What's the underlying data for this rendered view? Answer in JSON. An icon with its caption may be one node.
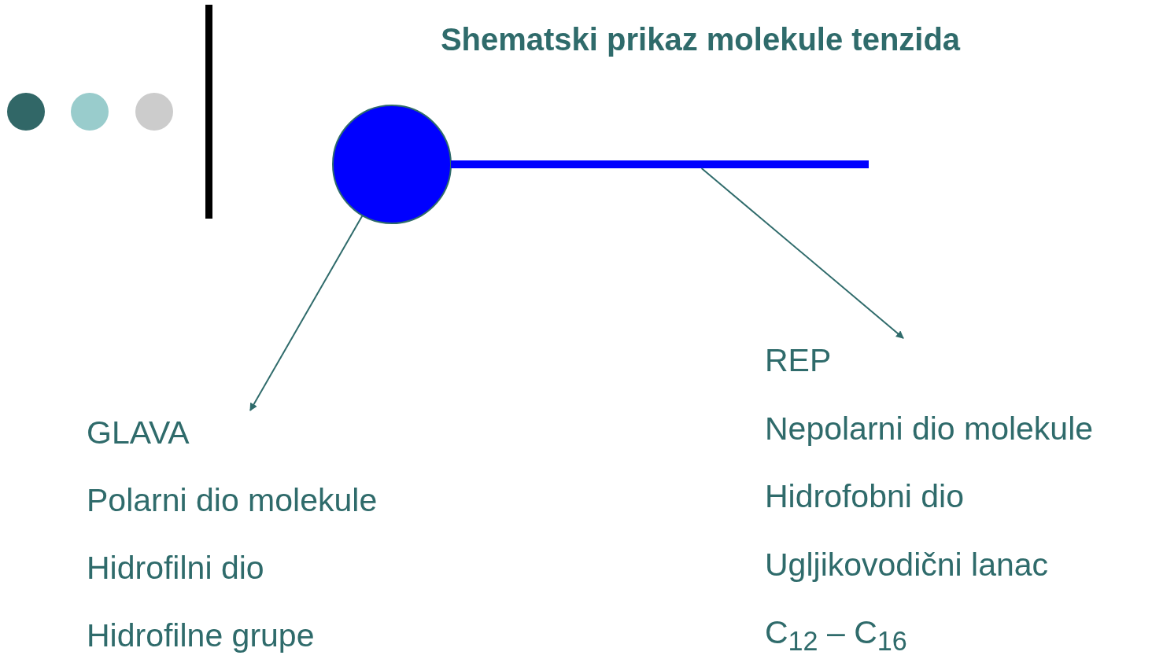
{
  "diagram": {
    "title": "Shematski prikaz molekule tenzida",
    "nodes": [
      {
        "text": [],
        "shape": "circle"
      },
      {
        "text": [],
        "shape": "bar"
      },
      {
        "text": [
          "GLAVA",
          "Polarni dio molekule",
          "Hidrofilni dio",
          "Hidrofilne grupe"
        ]
      },
      {
        "text": [
          "REP",
          "Nepolarni dio molekule",
          "Hidrofobni dio",
          "Ugljikovodični lanac",
          "C$_{12}$ – C$_{16}$"
        ]
      }
    ],
    "edges": [
      {
        "from": 0,
        "to": 2,
        "arrow": "to"
      },
      {
        "from": 1,
        "to": 3,
        "arrow": "to"
      }
    ]
  }
}
